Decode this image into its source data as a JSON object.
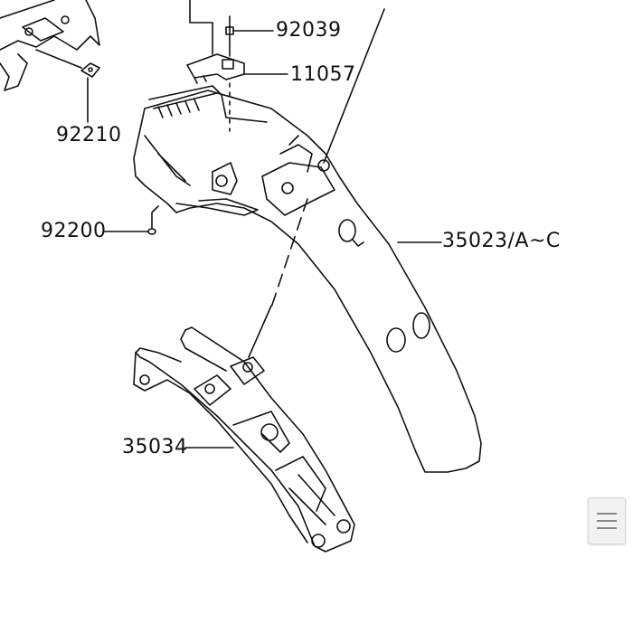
{
  "diagram": {
    "part_labels": [
      "92039",
      "11057",
      "92210",
      "92200",
      "35023/A~C",
      "35034"
    ]
  },
  "menu_button": {
    "icon": "hamburger-menu-icon"
  },
  "colors": {
    "line": "#111111",
    "background": "#ffffff"
  }
}
